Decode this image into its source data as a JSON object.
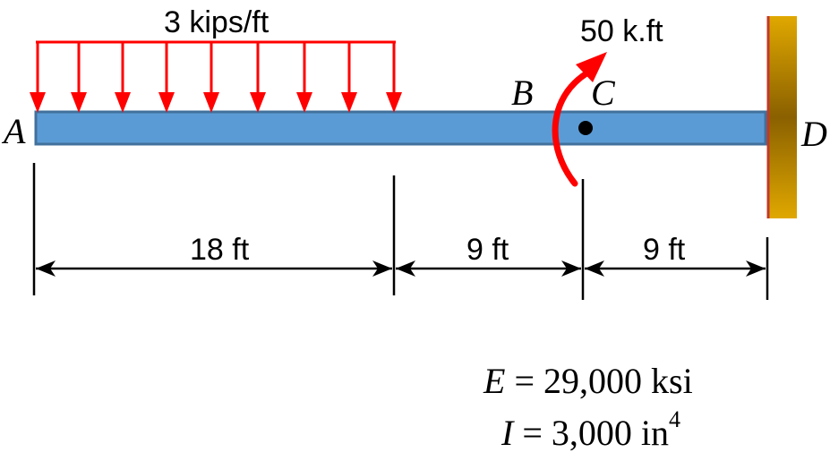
{
  "diagram": {
    "load_label": "3 kips/ft",
    "moment_label": "50 k.ft",
    "points": {
      "a": "A",
      "b": "B",
      "c": "C",
      "d": "D"
    },
    "dimensions": [
      "18 ft",
      "9 ft",
      "9 ft"
    ],
    "properties": {
      "e_var": "E",
      "e_value": " = 29,000 ksi",
      "i_var": "I",
      "i_value": " = 3,000 in",
      "i_exp": "4"
    },
    "colors": {
      "beam_fill": "#5b9bd5",
      "beam_stroke": "#41719c",
      "load": "#ff0000",
      "moment": "#ff0000",
      "wall_light": "#e0a800",
      "wall_dark": "#8a6000"
    }
  }
}
